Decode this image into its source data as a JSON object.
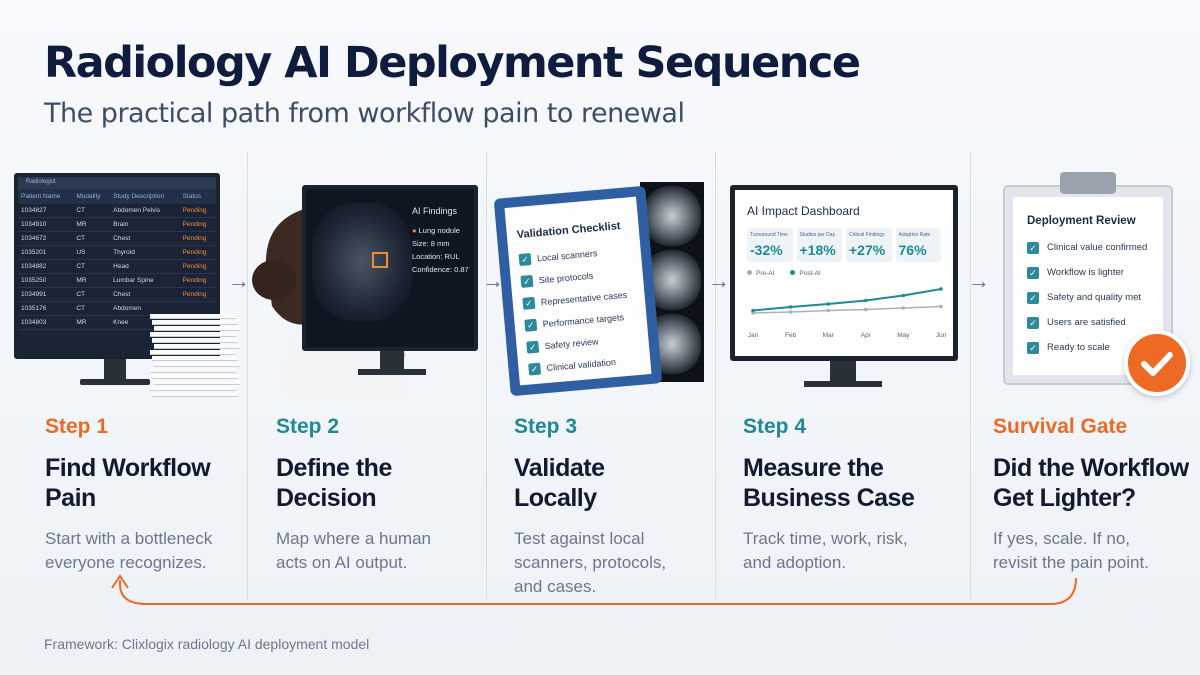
{
  "title": "Radiology AI Deployment Sequence",
  "subtitle": "The practical path from workflow pain to renewal",
  "colors": {
    "orange": "#ee6a24",
    "teal": "#1f8a95",
    "navy": "#0f1c3d"
  },
  "steps": [
    {
      "step": "Step 1",
      "heading_l1": "Find Workflow",
      "heading_l2": "Pain",
      "desc_l1": "Start with a bottleneck",
      "desc_l2": "everyone recognizes.",
      "desc_l3": "",
      "color": "#ee6a24"
    },
    {
      "step": "Step 2",
      "heading_l1": "Define the",
      "heading_l2": "Decision",
      "desc_l1": "Map where a human",
      "desc_l2": "acts on AI output.",
      "desc_l3": "",
      "color": "#1f8a95"
    },
    {
      "step": "Step 3",
      "heading_l1": "Validate",
      "heading_l2": "Locally",
      "desc_l1": "Test against local",
      "desc_l2": "scanners, protocols,",
      "desc_l3": "and cases.",
      "color": "#1f8a95"
    },
    {
      "step": "Step 4",
      "heading_l1": "Measure the",
      "heading_l2": "Business Case",
      "desc_l1": "Track time, work, risk,",
      "desc_l2": "and adoption.",
      "desc_l3": "",
      "color": "#1f8a95"
    },
    {
      "step": "Survival Gate",
      "heading_l1": "Did the Workflow",
      "heading_l2": "Get Lighter?",
      "desc_l1": "If yes, scale. If no,",
      "desc_l2": "revisit the pain point.",
      "desc_l3": "",
      "color": "#ee6a24"
    }
  ],
  "worklist": {
    "title": "Radiologist",
    "headers": [
      "Patient Name",
      "Modality",
      "Study Description",
      "Status"
    ],
    "rows": [
      [
        "1034827",
        "CT",
        "Abdomen Pelvis",
        "Pending"
      ],
      [
        "1034910",
        "MR",
        "Brain",
        "Pending"
      ],
      [
        "1034672",
        "CT",
        "Chest",
        "Pending"
      ],
      [
        "1035201",
        "US",
        "Thyroid",
        "Pending"
      ],
      [
        "1034882",
        "CT",
        "Head",
        "Pending"
      ],
      [
        "1035250",
        "MR",
        "Lumbar Spine",
        "Pending"
      ],
      [
        "1034991",
        "CT",
        "Chest",
        "Pending"
      ],
      [
        "1035176",
        "CT",
        "Abdomen",
        ""
      ],
      [
        "1034803",
        "MR",
        "Knee",
        ""
      ]
    ]
  },
  "findings": {
    "title": "AI Findings",
    "finding": "Lung nodule",
    "size": "Size: 8 mm",
    "location": "Location: RUL",
    "confidence": "Confidence: 0.87"
  },
  "checklist": {
    "title": "Validation Checklist",
    "items": [
      "Local scanners",
      "Site protocols",
      "Representative cases",
      "Performance targets",
      "Safety review",
      "Clinical validation"
    ]
  },
  "dashboard": {
    "title": "AI Impact Dashboard",
    "kpis": [
      {
        "label": "Turnaround Time",
        "value": "-32%"
      },
      {
        "label": "Studies per Day",
        "value": "+18%"
      },
      {
        "label": "Critical Findings",
        "value": "+27%"
      },
      {
        "label": "Adoption Rate",
        "value": "76%"
      }
    ],
    "legend": [
      "Pre-AI",
      "Post-AI"
    ],
    "months": [
      "Jan",
      "Feb",
      "Mar",
      "Apr",
      "May",
      "Jun"
    ]
  },
  "review": {
    "title": "Deployment Review",
    "items": [
      "Clinical value confirmed",
      "Workflow is lighter",
      "Safety and quality met",
      "Users are satisfied",
      "Ready to scale"
    ]
  },
  "chart_data": {
    "type": "line",
    "x": [
      "Jan",
      "Feb",
      "Mar",
      "Apr",
      "May",
      "Jun"
    ],
    "series": [
      {
        "name": "Pre-AI",
        "values": [
          20,
          22,
          25,
          27,
          30,
          33
        ]
      },
      {
        "name": "Post-AI",
        "values": [
          25,
          32,
          38,
          45,
          55,
          68
        ]
      }
    ],
    "ylim": [
      0,
      80
    ]
  },
  "footer": "Framework: Clixlogix radiology AI deployment model"
}
